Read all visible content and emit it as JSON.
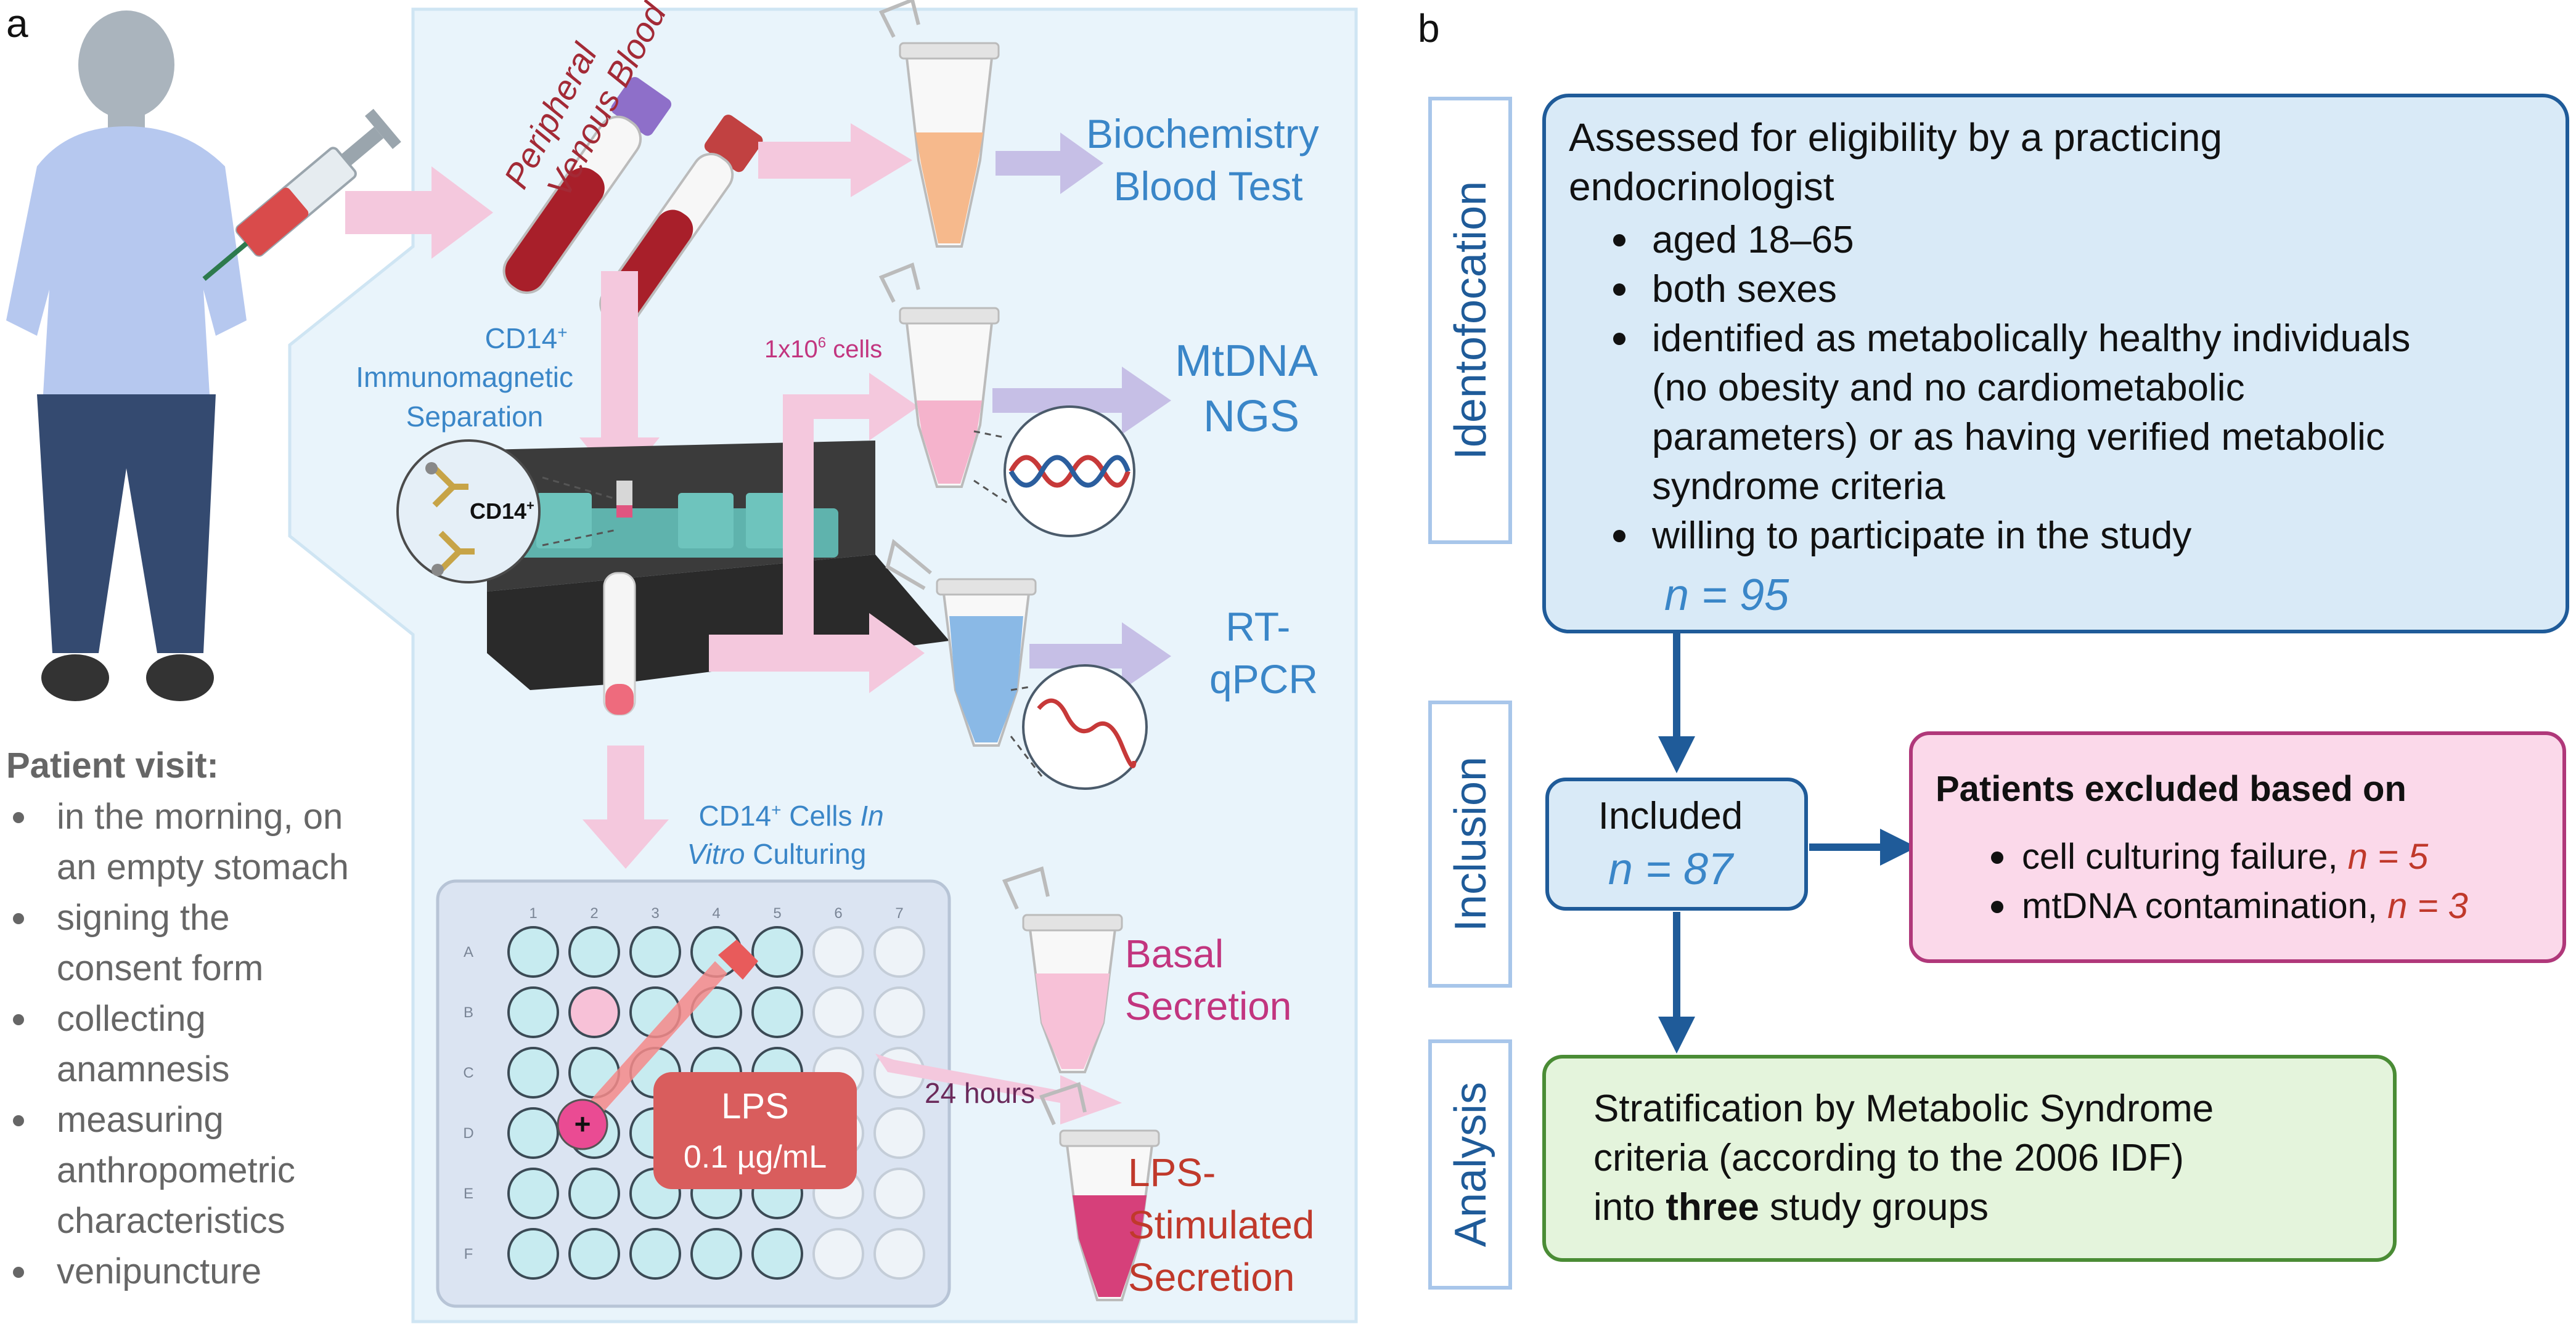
{
  "panel_a": {
    "label": "a",
    "blood_title_line1": "Peripheral",
    "blood_title_line2": "Venous Blood",
    "separation_line1": "CD14",
    "separation_sup": "+",
    "separation_line2": "Immunomagnetic",
    "separation_line3": "Separation",
    "magnet_label": "CD14",
    "magnet_sup": "+",
    "cells_count_base": "1x10",
    "cells_count_exp": "6",
    "cells_count_unit": " cells",
    "culturing_line1": "CD14",
    "culturing_sup": "+",
    "culturing_line1_rest": " Cells ",
    "culturing_line1_italic": "In",
    "culturing_line2_italic": "Vitro",
    "culturing_line2_rest": " Culturing",
    "biochem_line1": "Biochemistry",
    "biochem_line2": "Blood Test",
    "mtdna_line1": "MtDNA",
    "mtdna_line2": "NGS",
    "rtqpcr_line1": "RT-",
    "rtqpcr_line2": "qPCR",
    "basal_line1": "Basal",
    "basal_line2": "Secretion",
    "lps_stim_line1": "LPS-",
    "lps_stim_line2": "Stimulated",
    "lps_stim_line3": "Secretion",
    "lps_box_line1": "LPS",
    "lps_box_line2": "0.1 µg/mL",
    "hours_label": "24 hours",
    "plate_cols": [
      "1",
      "2",
      "3",
      "4",
      "5",
      "6",
      "7"
    ],
    "plate_rows": [
      "A",
      "B",
      "C",
      "D",
      "E",
      "F"
    ],
    "patient_visit_title": "Patient visit:",
    "patient_visit_items": [
      [
        "in the morning, on",
        "an empty stomach"
      ],
      [
        "signing the",
        "consent form"
      ],
      [
        "collecting",
        "anamnesis"
      ],
      [
        "measuring",
        "anthropometric",
        "characteristics"
      ],
      [
        "venipuncture"
      ]
    ]
  },
  "panel_b": {
    "label": "b",
    "stage_identification": "Identofocation",
    "stage_inclusion": "Inclusion",
    "stage_analysis": "Analysis",
    "eligibility_line1": "Assessed for eligibility by a practicing",
    "eligibility_line2": "endocrinologist",
    "eligibility_bullets": [
      [
        "aged 18–65"
      ],
      [
        "both sexes"
      ],
      [
        "identified as metabolically healthy individuals",
        "(no obesity and no cardiometabolic",
        "parameters) or as having verified metabolic",
        "syndrome criteria"
      ],
      [
        "willing to participate in the study"
      ]
    ],
    "eligibility_n": "n = 95",
    "included_label": "Included",
    "included_n": "n = 87",
    "excluded_title": "Patients excluded based on",
    "excluded_items": [
      {
        "text": "cell culturing failure, ",
        "n": "n = 5"
      },
      {
        "text": "mtDNA contamination, ",
        "n": "n = 3"
      }
    ],
    "analysis_line1": "Stratification by Metabolic Syndrome",
    "analysis_line2": "criteria (according to the 2006 IDF)",
    "analysis_line3_pre": "into ",
    "analysis_line3_bold": "three",
    "analysis_line3_post": " study groups"
  },
  "colors": {
    "blue_text": "#3a86c8",
    "dark_blue": "#1f5b99",
    "pink_text": "#c2357f",
    "red_text": "#c0392b",
    "arrow_pink": "#f4c8dd",
    "arrow_purple": "#c6bfe6",
    "box_blue_fill": "#d9eaf7",
    "box_pink_fill": "#fbd9ea",
    "box_pink_border": "#b0387a",
    "box_green_fill": "#e4f4dc",
    "box_green_border": "#4a8c35",
    "lps_box": "#d95d5d"
  }
}
